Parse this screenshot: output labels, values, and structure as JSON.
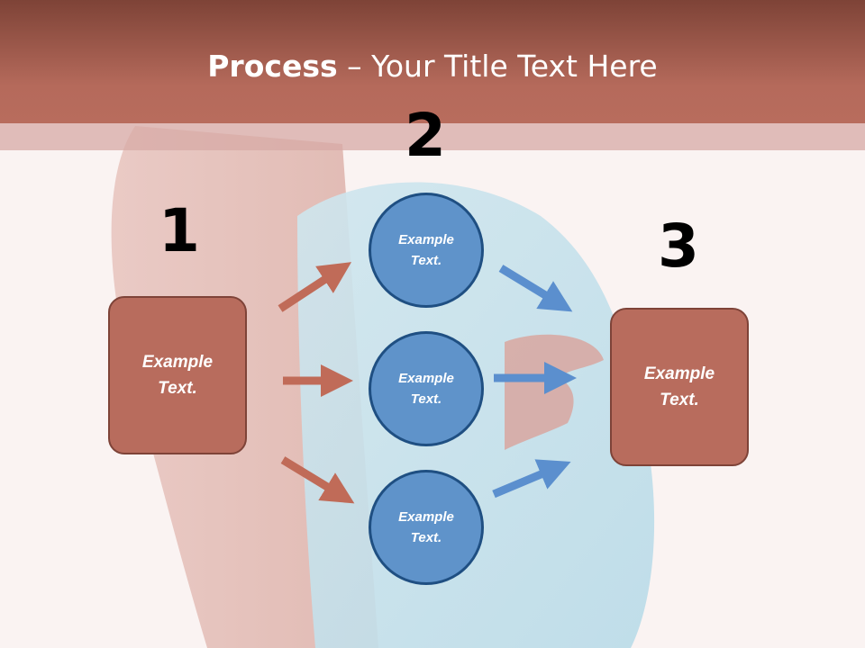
{
  "title": {
    "bold": "Process",
    "rest": " – Your Title Text Here"
  },
  "steps": {
    "one": {
      "number": "1",
      "box_text": "Example\nText."
    },
    "two": {
      "number": "2",
      "circles": [
        "Example\nText.",
        "Example\nText.",
        "Example\nText."
      ]
    },
    "three": {
      "number": "3",
      "box_text": "Example\nText."
    }
  },
  "colors": {
    "header": "#b56a5b",
    "box_fill": "#b86c5d",
    "circle_fill": "#5f93ca",
    "arrow_red": "#c06b58",
    "arrow_blue": "#5b8fce"
  }
}
